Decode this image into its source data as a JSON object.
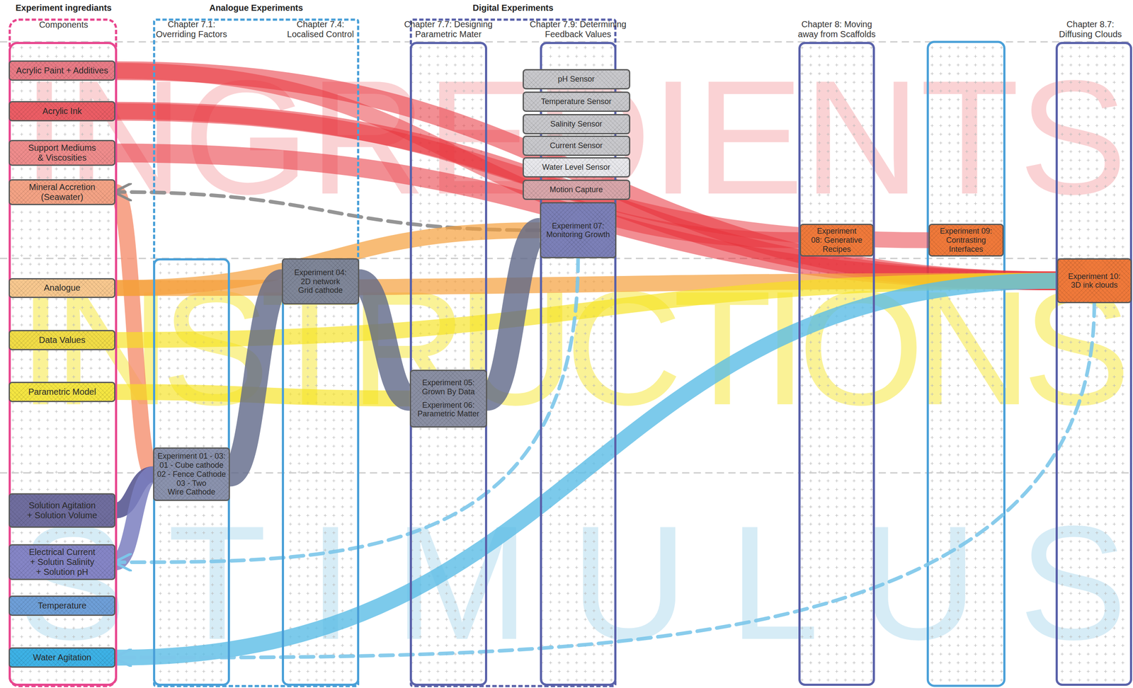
{
  "diagram": {
    "nodes": [
      {
        "text": [
          "Experiment ingrediants",
          "Components"
        ]
      },
      {
        "text": [
          "Acrylic Paint + Additives"
        ],
        "in": 0
      },
      {
        "text": [
          "Acrylic Ink"
        ],
        "in": 0
      },
      {
        "text": [
          "Support Mediums & Viscosities"
        ],
        "in": 0
      },
      {
        "text": [
          "Mineral Accretion (Seawater)"
        ],
        "in": 0
      },
      {
        "text": [
          "Analogue"
        ],
        "in": 0
      },
      {
        "text": [
          "Data Values"
        ],
        "in": 0
      },
      {
        "text": [
          "Parametric Model"
        ],
        "in": 0
      },
      {
        "text": [
          "Solution Agitation + Solution Volume"
        ],
        "in": 0
      },
      {
        "text": [
          "Electrical Current + Solutin Salinity + Solution pH"
        ],
        "in": 0
      },
      {
        "text": [
          "Temperature"
        ],
        "in": 0
      },
      {
        "text": [
          "Water Agitation"
        ],
        "in": 0
      },
      {
        "text": [
          "Analogue Experiments"
        ]
      },
      {
        "text": [
          "Chapter 7.1: Overriding Factors"
        ],
        "in": 12
      },
      {
        "text": [
          "Experiment 01 - 03:",
          "01 - Cube cathode",
          "02 - Fence Cathode",
          "03 - Two Wire Cathode"
        ],
        "in": 13
      },
      {
        "text": [
          "Chapter 7.4: Localised Control"
        ],
        "in": 12
      },
      {
        "text": [
          "Experiment 04: 2D network Grid cathode"
        ],
        "in": 15
      },
      {
        "text": [
          "Digital Experiments"
        ]
      },
      {
        "text": [
          "Chapter 7.7: Designing Parametric Mater"
        ],
        "in": 17
      },
      {
        "text": [
          "Experiment 05: Grown By Data",
          "Experiment 06: Parametric Matter"
        ],
        "in": 18
      },
      {
        "text": [
          "Chapter 7.9: Determining Feedback Values"
        ],
        "in": 17
      },
      {
        "text": [
          "pH Sensor"
        ],
        "in": 20
      },
      {
        "text": [
          "Temperature Sensor"
        ],
        "in": 20
      },
      {
        "text": [
          "Salinity Sensor"
        ],
        "in": 20
      },
      {
        "text": [
          "Current Sensor"
        ],
        "in": 20
      },
      {
        "text": [
          "Water Level Sensor"
        ],
        "in": 20
      },
      {
        "text": [
          "Motion Capture"
        ],
        "in": 20
      },
      {
        "text": [
          "Experiment 07: Monitoring Growth"
        ],
        "in": 20
      },
      {
        "text": [
          "Chapter 8: Moving away from Scaffolds"
        ]
      },
      {
        "text": [
          "Experiment 08: Generative Recipes"
        ],
        "in": 28
      },
      {
        "text": [
          "Experiment 09: Contrasting Interfaces"
        ]
      },
      {
        "text": [
          "Chapter 8.7: Diffusing Clouds"
        ]
      },
      {
        "text": [
          "Experiment 10: 3D ink clouds"
        ],
        "in": 31
      }
    ],
    "edges": [
      {
        "from": 1,
        "to": 32,
        "arrow": "none"
      },
      {
        "from": 2,
        "to": 32,
        "arrow": "none"
      },
      {
        "from": 3,
        "to": 32,
        "arrow": "none"
      },
      {
        "from": 1,
        "to": 29,
        "arrow": "none"
      },
      {
        "from": 2,
        "to": 30,
        "arrow": "none"
      },
      {
        "from": 4,
        "to": 14,
        "arrow": "none"
      },
      {
        "from": 27,
        "to": 4,
        "arrow": "to"
      },
      {
        "from": 5,
        "to": 27,
        "arrow": "none"
      },
      {
        "from": 5,
        "to": 32,
        "arrow": "none"
      },
      {
        "from": 6,
        "to": 32,
        "arrow": "none"
      },
      {
        "from": 7,
        "to": 19,
        "arrow": "none"
      },
      {
        "from": 8,
        "to": 14,
        "arrow": "none"
      },
      {
        "from": 9,
        "to": 14,
        "arrow": "none"
      },
      {
        "from": 14,
        "to": 16,
        "arrow": "none"
      },
      {
        "from": 16,
        "to": 19,
        "arrow": "none"
      },
      {
        "from": 19,
        "to": 27,
        "arrow": "none"
      },
      {
        "from": 11,
        "to": 32,
        "arrow": "none"
      },
      {
        "from": 32,
        "to": 11,
        "arrow": "to"
      },
      {
        "from": 27,
        "to": 9,
        "arrow": "to"
      }
    ],
    "labels": [
      "INGREDIENTS",
      "INSTRUCTIONS",
      "STIMULUS"
    ]
  }
}
